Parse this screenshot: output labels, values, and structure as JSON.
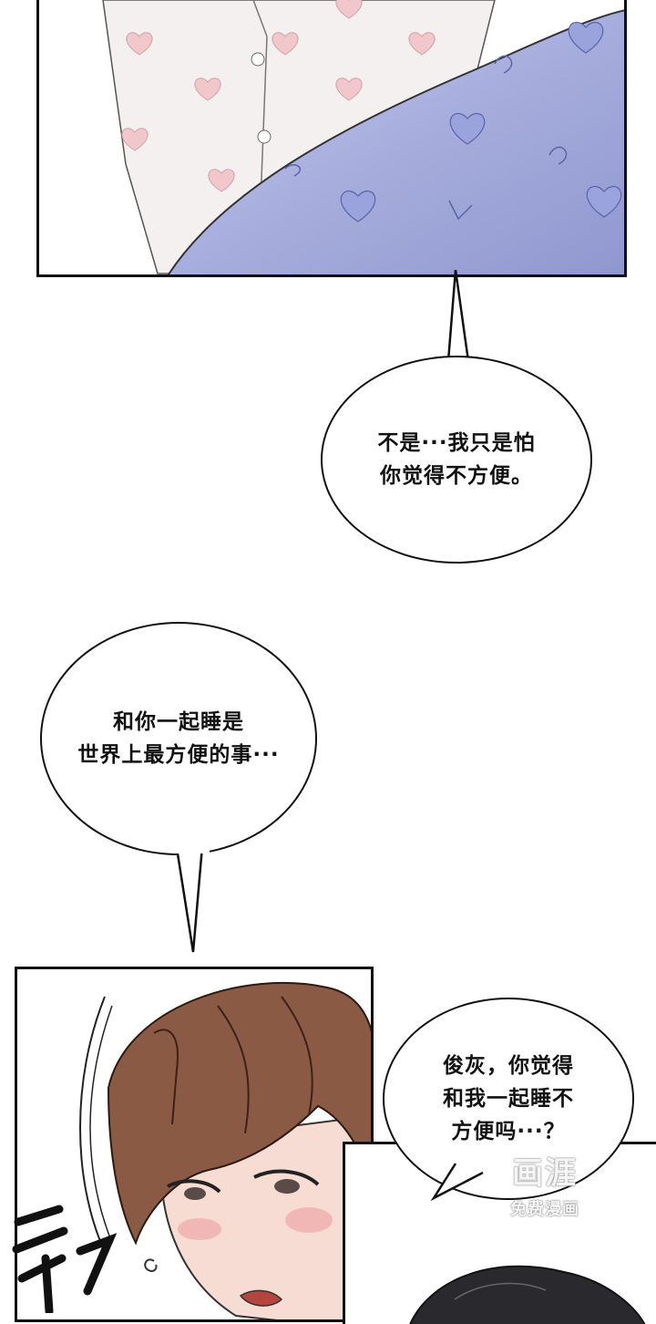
{
  "bubbles": {
    "first": {
      "text": "不是···我只是怕\n你觉得不方便。"
    },
    "second": {
      "text": "和你一起睡是\n世界上最方便的事···"
    },
    "third": {
      "text": "俊灰，你觉得\n和我一起睡不\n方便吗···？"
    }
  },
  "watermark": {
    "logo": "画涯",
    "sub": "免费漫画"
  },
  "colors": {
    "panel_border": "#111111",
    "pajama_pink": "#f2c7cc",
    "blanket_blue": "#a9b0de",
    "hair_brown": "#8a5a45",
    "skin": "#f6dcd2"
  }
}
